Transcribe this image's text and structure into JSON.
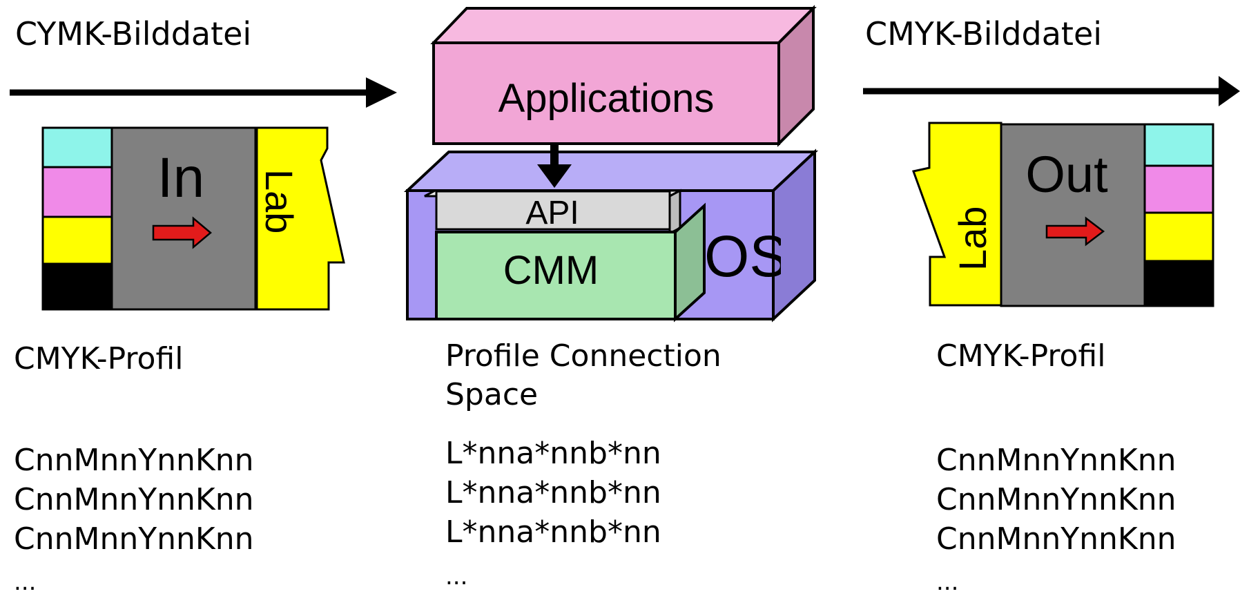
{
  "left": {
    "title": "CYMK-Bilddatei",
    "device_label": "In",
    "lab_label": "Lab",
    "profile_label": "CMYK-Profil",
    "rows": [
      "CnnMnnYnnKnn",
      "CnnMnnYnnKnn",
      "CnnMnnYnnKnn"
    ],
    "ellipsis": "..."
  },
  "center": {
    "applications_label": "Applications",
    "api_label": "API",
    "cmm_label": "CMM",
    "os_label": "OS",
    "pcs_line1": "Profile Connection",
    "pcs_line2": "Space",
    "rows": [
      "L*nna*nnb*nn",
      "L*nna*nnb*nn",
      "L*nna*nnb*nn"
    ],
    "ellipsis": "..."
  },
  "right": {
    "title": "CMYK-Bilddatei",
    "device_label": "Out",
    "lab_label": "Lab",
    "profile_label": "CMYK-Profil",
    "rows": [
      "CnnMnnYnnKnn",
      "CnnMnnYnnKnn",
      "CnnMnnYnnKnn"
    ],
    "ellipsis": "..."
  },
  "colors": {
    "cyan": "#8ef4ea",
    "magenta": "#f08ae8",
    "yellow": "#ffff00",
    "black": "#000000",
    "device_gray": "#808080",
    "arrow_red": "#e21b1b",
    "applications_front": "#f2a6d6",
    "applications_top": "#f7b9e0",
    "applications_side": "#c888ac",
    "os_front": "#a797f4",
    "os_top": "#b8adf7",
    "os_side": "#8a7cd6",
    "api_front": "#d9d9d9",
    "cmm_front": "#a8e6b0",
    "cmm_side": "#8cbf95"
  }
}
